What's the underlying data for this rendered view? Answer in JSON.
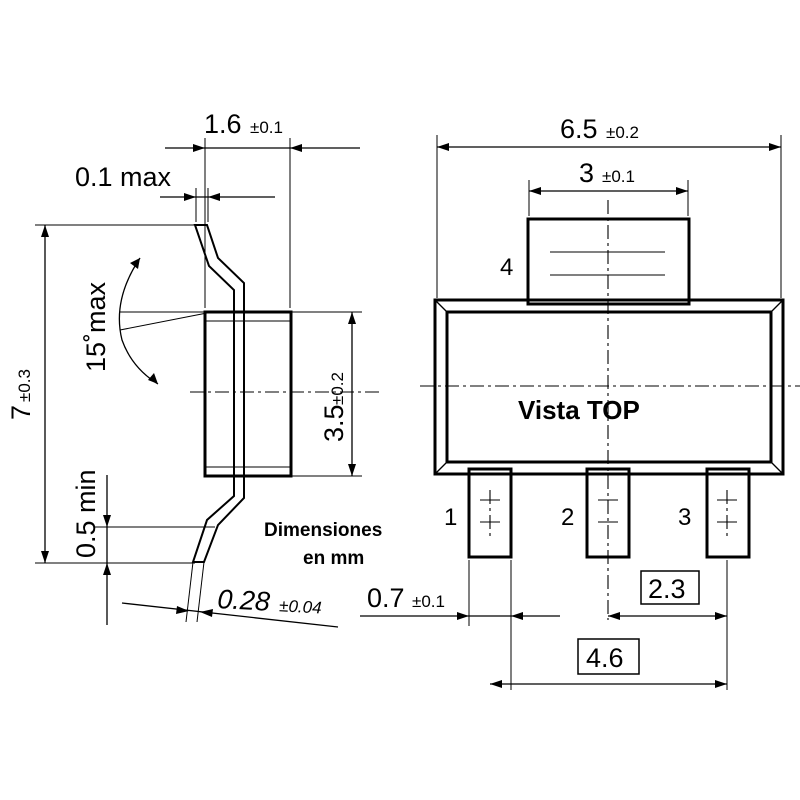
{
  "title": "Vista TOP",
  "note_line1": "Dimensiones",
  "note_line2": "en mm",
  "side_view": {
    "lead_thickness_value": "0.1 max",
    "width_value": "1.6",
    "width_tol": "±0.1",
    "height_value": "7",
    "height_tol": "±0.3",
    "angle_value": "15˚max",
    "body_height_value": "3.5",
    "body_height_tol": "±0.2",
    "standoff_value": "0.5 min",
    "lead_width_value": "0.28",
    "lead_width_tol": "±0.04"
  },
  "top_view": {
    "overall_width_value": "6.5",
    "overall_width_tol": "±0.2",
    "tab_width_value": "3",
    "tab_width_tol": "±0.1",
    "pin_width_value": "0.7",
    "pin_width_tol": "±0.1",
    "pitch_value": "2.3",
    "span_value": "4.6",
    "pins": [
      "1",
      "2",
      "3",
      "4"
    ]
  }
}
